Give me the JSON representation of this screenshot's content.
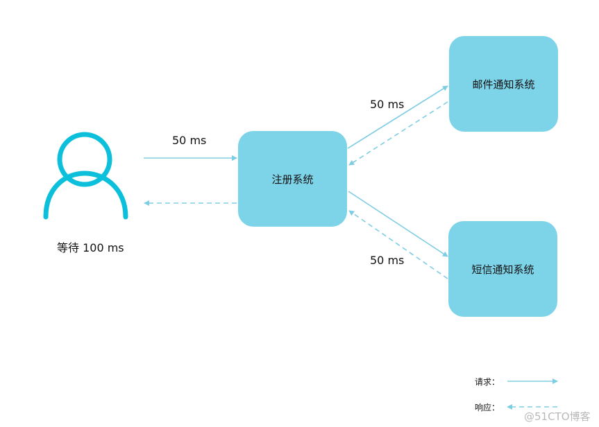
{
  "colors": {
    "box_fill": "#7dd3e8",
    "arrow": "#7ecde3",
    "user_icon": "#0cc0dc",
    "text": "#111111",
    "watermark": "#b8b8b8"
  },
  "user": {
    "icon": "user-icon",
    "caption": "等待 100 ms"
  },
  "boxes": {
    "register": "注册系统",
    "email": "邮件通知系统",
    "sms": "短信通知系统"
  },
  "edge_labels": {
    "user_to_register": "50 ms",
    "register_to_email": "50 ms",
    "register_to_sms": "50 ms"
  },
  "legend": {
    "request_label": "请求：",
    "response_label": "响应："
  },
  "watermark": "@51CTO博客"
}
